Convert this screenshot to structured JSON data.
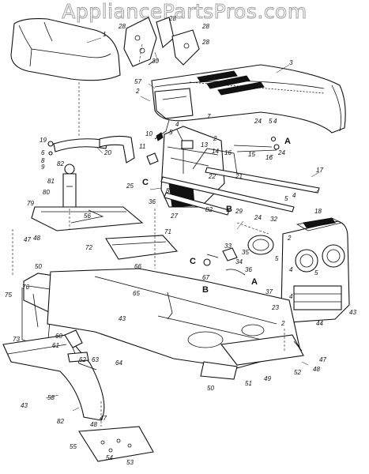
{
  "watermark": "AppliancePartsPros.com",
  "callouts": [
    {
      "id": "1",
      "label": "1"
    },
    {
      "id": "2a",
      "label": "2"
    },
    {
      "id": "3",
      "label": "3"
    },
    {
      "id": "4a",
      "label": "4"
    },
    {
      "id": "5a",
      "label": "5"
    },
    {
      "id": "6",
      "label": "6"
    },
    {
      "id": "7",
      "label": "7"
    },
    {
      "id": "8",
      "label": "8"
    },
    {
      "id": "9",
      "label": "9"
    },
    {
      "id": "10",
      "label": "10"
    },
    {
      "id": "11",
      "label": "11"
    },
    {
      "id": "13",
      "label": "13"
    },
    {
      "id": "14",
      "label": "14"
    },
    {
      "id": "15",
      "label": "15"
    },
    {
      "id": "16a",
      "label": "16"
    },
    {
      "id": "16b",
      "label": "16"
    },
    {
      "id": "17",
      "label": "17"
    },
    {
      "id": "18",
      "label": "18"
    },
    {
      "id": "19",
      "label": "19"
    },
    {
      "id": "20",
      "label": "20"
    },
    {
      "id": "21",
      "label": "21"
    },
    {
      "id": "22",
      "label": "22"
    },
    {
      "id": "23",
      "label": "23"
    },
    {
      "id": "24a",
      "label": "24"
    },
    {
      "id": "24b",
      "label": "24"
    },
    {
      "id": "24c",
      "label": "24"
    },
    {
      "id": "25",
      "label": "25"
    },
    {
      "id": "27",
      "label": "27"
    },
    {
      "id": "28a",
      "label": "28"
    },
    {
      "id": "28b",
      "label": "28"
    },
    {
      "id": "28c",
      "label": "28"
    },
    {
      "id": "28d",
      "label": "28"
    },
    {
      "id": "29",
      "label": "29"
    },
    {
      "id": "30",
      "label": "30"
    },
    {
      "id": "32",
      "label": "32"
    },
    {
      "id": "33",
      "label": "33"
    },
    {
      "id": "34",
      "label": "34"
    },
    {
      "id": "35",
      "label": "35"
    },
    {
      "id": "36a",
      "label": "36"
    },
    {
      "id": "36b",
      "label": "36"
    },
    {
      "id": "37",
      "label": "37"
    },
    {
      "id": "43a",
      "label": "43"
    },
    {
      "id": "43b",
      "label": "43"
    },
    {
      "id": "43c",
      "label": "43"
    },
    {
      "id": "44",
      "label": "44"
    },
    {
      "id": "47a",
      "label": "47"
    },
    {
      "id": "47b",
      "label": "47"
    },
    {
      "id": "47c",
      "label": "47"
    },
    {
      "id": "48a",
      "label": "48"
    },
    {
      "id": "48b",
      "label": "48"
    },
    {
      "id": "48c",
      "label": "48"
    },
    {
      "id": "49",
      "label": "49"
    },
    {
      "id": "50a",
      "label": "50"
    },
    {
      "id": "50b",
      "label": "50"
    },
    {
      "id": "51",
      "label": "51"
    },
    {
      "id": "52",
      "label": "52"
    },
    {
      "id": "53",
      "label": "53"
    },
    {
      "id": "54",
      "label": "54"
    },
    {
      "id": "55",
      "label": "55"
    },
    {
      "id": "56",
      "label": "56"
    },
    {
      "id": "57",
      "label": "57"
    },
    {
      "id": "58",
      "label": "58"
    },
    {
      "id": "60",
      "label": "60"
    },
    {
      "id": "61",
      "label": "61"
    },
    {
      "id": "62",
      "label": "62"
    },
    {
      "id": "63",
      "label": "63"
    },
    {
      "id": "64",
      "label": "64"
    },
    {
      "id": "65",
      "label": "65"
    },
    {
      "id": "66",
      "label": "66"
    },
    {
      "id": "67",
      "label": "67"
    },
    {
      "id": "71",
      "label": "71"
    },
    {
      "id": "72",
      "label": "72"
    },
    {
      "id": "73",
      "label": "73"
    },
    {
      "id": "75",
      "label": "75"
    },
    {
      "id": "76",
      "label": "76"
    },
    {
      "id": "79",
      "label": "79"
    },
    {
      "id": "80",
      "label": "80"
    },
    {
      "id": "81",
      "label": "81"
    },
    {
      "id": "82a",
      "label": "82"
    },
    {
      "id": "82b",
      "label": "82"
    },
    {
      "id": "82c",
      "label": "82"
    },
    {
      "id": "83",
      "label": "83"
    },
    {
      "id": "2b",
      "label": "2"
    },
    {
      "id": "2c",
      "label": "2"
    },
    {
      "id": "2d",
      "label": "2"
    },
    {
      "id": "4b",
      "label": "4"
    },
    {
      "id": "4c",
      "label": "4"
    },
    {
      "id": "4d",
      "label": "4"
    },
    {
      "id": "4e",
      "label": "4"
    },
    {
      "id": "5b",
      "label": "5"
    },
    {
      "id": "5c",
      "label": "5"
    },
    {
      "id": "5d",
      "label": "5"
    },
    {
      "id": "5e",
      "label": "5"
    }
  ],
  "ref_letters": [
    {
      "id": "A1",
      "label": "A"
    },
    {
      "id": "A2",
      "label": "A"
    },
    {
      "id": "B1",
      "label": "B"
    },
    {
      "id": "B2",
      "label": "B"
    },
    {
      "id": "C1",
      "label": "C"
    },
    {
      "id": "C2",
      "label": "C"
    }
  ]
}
